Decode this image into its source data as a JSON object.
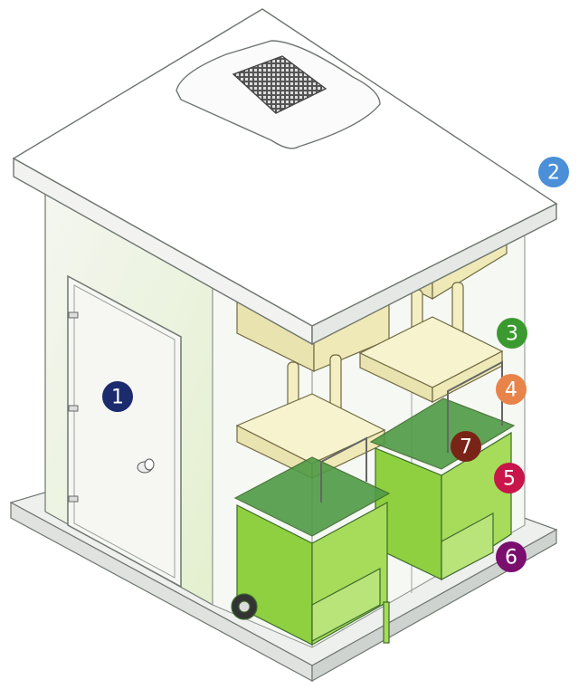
{
  "diagram": {
    "colors": {
      "roof": "#ffffff",
      "wall": "#f1f4ec",
      "door": "#f6f7f3",
      "compressor": "#f4efc2",
      "bin": "#8fd041",
      "bin_lid": "#4f9a45",
      "base": "#eef0ee",
      "outline": "#6f7670"
    },
    "badges": [
      {
        "label": "1",
        "color": "#1b2b6e"
      },
      {
        "label": "2",
        "color": "#4a8fd8"
      },
      {
        "label": "3",
        "color": "#3b9a2f"
      },
      {
        "label": "4",
        "color": "#e8844a"
      },
      {
        "label": "5",
        "color": "#c8164a"
      },
      {
        "label": "6",
        "color": "#7a0f6e"
      },
      {
        "label": "7",
        "color": "#7a2418"
      }
    ]
  }
}
